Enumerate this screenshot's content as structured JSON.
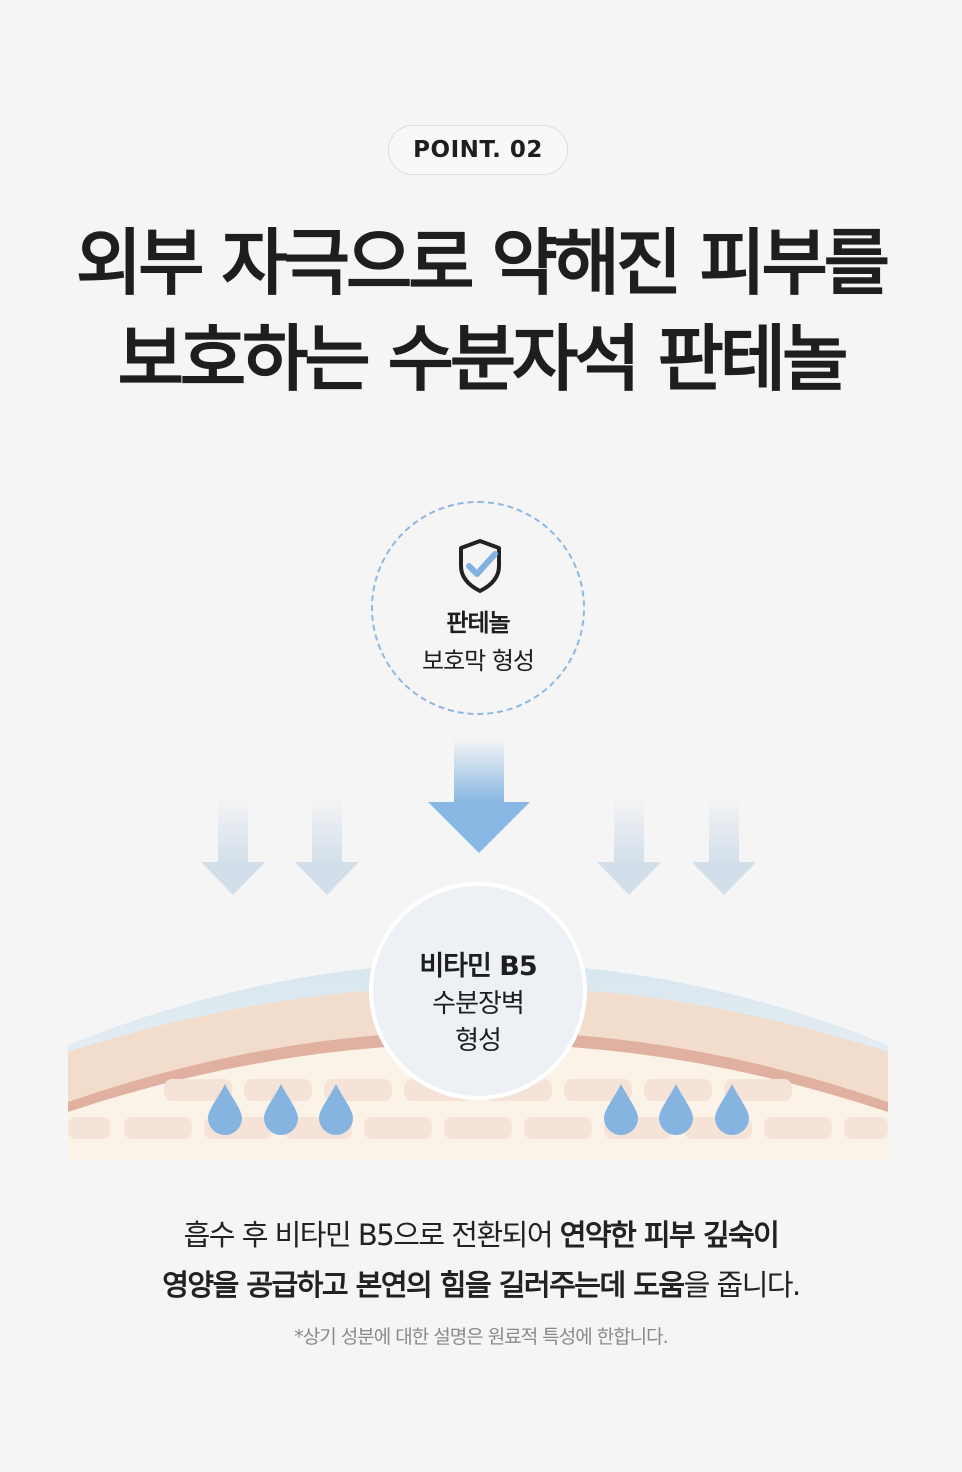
{
  "badge": "POINT. 02",
  "headline": {
    "line1": "외부 자극으로 약해진 피부를",
    "line2": "보호하는 수분자석 판테놀"
  },
  "top_circle": {
    "icon": "shield-check-icon",
    "name": "판테놀",
    "sub": "보호막 형성"
  },
  "bottom_circle": {
    "line1": "비타민 B5",
    "line2": "수분장벽",
    "line3": "형성"
  },
  "description": {
    "line1_normal": "흡수 후 비타민 B5으로 전환되어 ",
    "line1_bold": "연약한 피부 깊숙이",
    "line2_bold": "영양을 공급하고 본연의 힘을 길러주는데 도움",
    "line2_normal": "을 줍니다."
  },
  "note": "*상기 성분에 대한 설명은 원료적 특성에 한합니다.",
  "colors": {
    "accent_blue": "#7fb2e0",
    "skin_peach": "#f2dccb",
    "skin_line": "#e0b0a0",
    "skin_base": "#fbf3e8"
  }
}
